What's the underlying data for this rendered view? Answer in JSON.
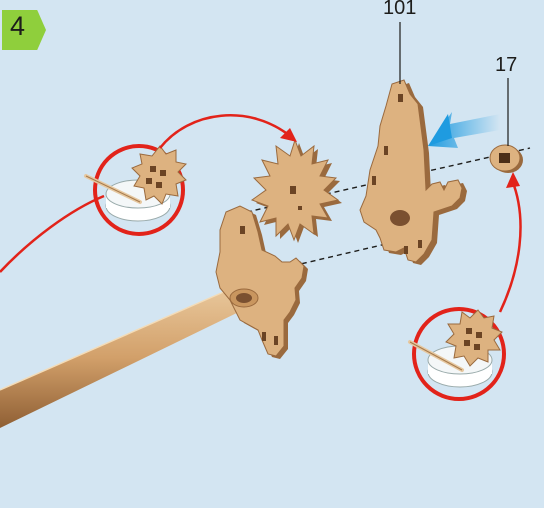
{
  "step": {
    "number": "4"
  },
  "callouts": [
    {
      "label": "101"
    },
    {
      "label": "17"
    }
  ],
  "colors": {
    "background": "#d3e5f2",
    "badge": "#8fcf3c",
    "wood": "#ddb280",
    "wood_edge": "#9a6a3e",
    "red_arrow": "#e2231a",
    "blue_arrow": "#1e9be0"
  }
}
